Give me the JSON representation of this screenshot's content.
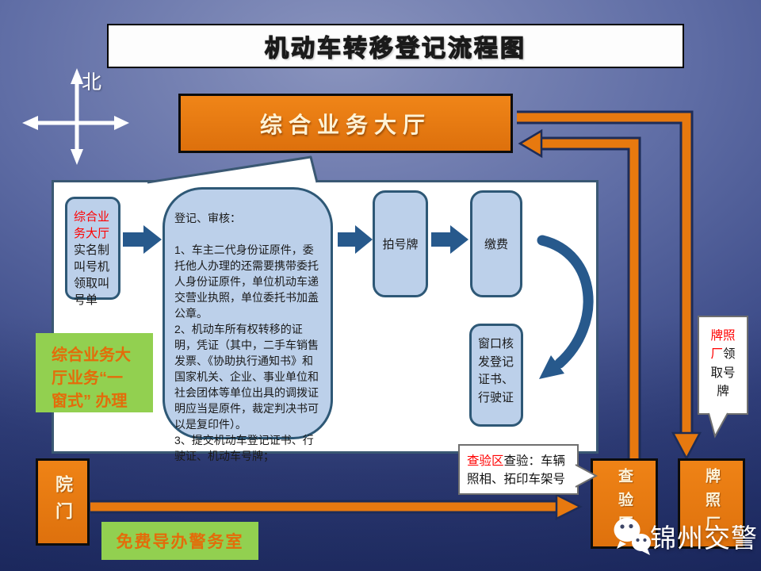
{
  "title": "机动车转移登记流程图",
  "compass": {
    "north_label": "北"
  },
  "hall_box": {
    "label": "综合业务大厅"
  },
  "flow": {
    "queue_box": {
      "highlight": "综合业务大厅",
      "rest": "实名制叫号机领取叫号单"
    },
    "register_box": {
      "text": "登记、审核：\n\n1、车主二代身份证原件，委托他人办理的还需要携带委托人身份证原件，单位机动车递交营业执照，单位委托书加盖公章。\n2、机动车所有权转移的证明，凭证（其中，二手车销售发票、《协助执行通知书》和国家机关、企业、事业单位和社会团体等单位出具的调拨证明应当是原件，裁定判决书可以是复印件）。\n3、提交机动车登记证书、行驶证、机动车号牌；"
    },
    "photo_box": {
      "label": "拍号牌"
    },
    "pay_box": {
      "label": "缴费"
    },
    "issue_box": {
      "label": "窗口核发登记证书、行驶证"
    }
  },
  "notes": {
    "one_window": {
      "lines": [
        "综合业务大",
        "厅业务“一",
        "窗式” 办理"
      ]
    },
    "free_guide": "免费导办警务室"
  },
  "site": {
    "gate_box": {
      "label": "院门"
    },
    "inspection_box": {
      "label": "查验区"
    },
    "plate_box": {
      "label": "牌照厂"
    }
  },
  "callouts": {
    "inspection": {
      "highlight": "查验区",
      "rest": "查验：车辆照相、拓印车架号"
    },
    "plate": {
      "highlight": "牌照厂",
      "rest": "领取号牌"
    }
  },
  "watermark": {
    "label": "锦州交警"
  },
  "colors": {
    "accent_orange": "#e7790f",
    "light_blue_fill": "#bcd0ea",
    "dark_blue_arrow": "#27598c",
    "box_border_blue": "#2e5876",
    "green_note": "#92d050",
    "note_text_orange": "#e36c0a",
    "highlight_red": "#ff0000",
    "background_navy": "#20306f"
  }
}
